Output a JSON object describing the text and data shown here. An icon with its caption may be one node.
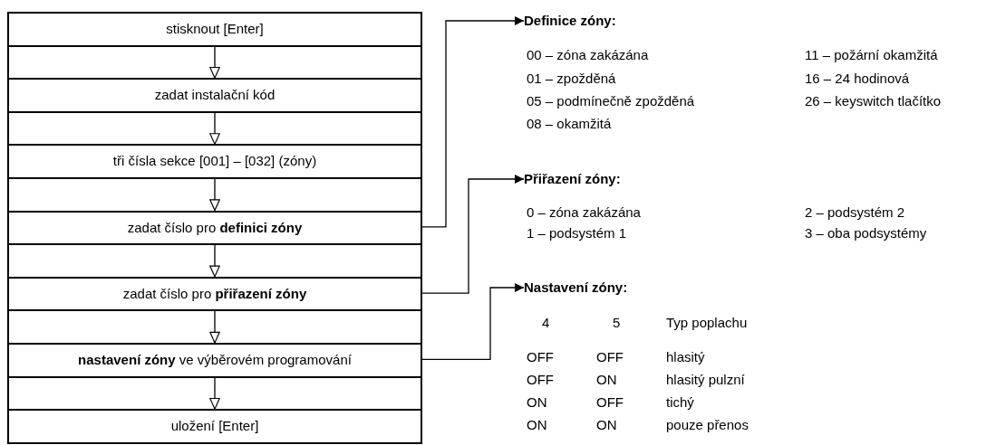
{
  "diagram": {
    "nodes": [
      {
        "text": [
          "stisknout [Enter]"
        ]
      },
      {
        "text": [
          "zadat instalační kód"
        ]
      },
      {
        "text": [
          "tři čísla sekce [001] – [032] (zóny)"
        ]
      },
      {
        "text": [
          "zadat číslo pro **definici zóny**"
        ]
      },
      {
        "text": [
          "zadat číslo pro **přiřazení zóny**"
        ]
      },
      {
        "text": [
          "**nastavení zóny** ve výběrovém programování"
        ]
      },
      {
        "text": [
          "uložení [Enter]"
        ]
      },
      {
        "text": [
          "Definice zóny:"
        ]
      },
      {
        "text": [
          "Přiřazení zóny:"
        ]
      },
      {
        "text": [
          "Nastavení zóny:"
        ]
      }
    ],
    "edges": [
      {
        "from": 0,
        "to": 1,
        "arrow": "to"
      },
      {
        "from": 1,
        "to": 2,
        "arrow": "to"
      },
      {
        "from": 2,
        "to": 3,
        "arrow": "to"
      },
      {
        "from": 3,
        "to": 4,
        "arrow": "to"
      },
      {
        "from": 4,
        "to": 5,
        "arrow": "to"
      },
      {
        "from": 5,
        "to": 6,
        "arrow": "to"
      },
      {
        "from": 3,
        "to": 7,
        "arrow": "to"
      },
      {
        "from": 4,
        "to": 8,
        "arrow": "to"
      },
      {
        "from": 5,
        "to": 9,
        "arrow": "to"
      }
    ],
    "labels": [
      "00 – zóna zakázána",
      "11 – požární okamžitá",
      "01 – zpožděná",
      "16 – 24 hodinová",
      "05 – podmínečně zpožděná",
      "26 – keyswitch tlačítko",
      "08 – okamžitá",
      "0 – zóna zakázána",
      "2 – podsystém 2",
      "1 – podsystém 1",
      "3 – oba podsystémy",
      "4",
      "5",
      "Typ poplachu",
      "OFF",
      "OFF",
      "hlasitý",
      "OFF",
      "ON",
      "hlasitý pulzní",
      "ON",
      "OFF",
      "tichý",
      "ON",
      "ON",
      "pouze přenos"
    ]
  }
}
